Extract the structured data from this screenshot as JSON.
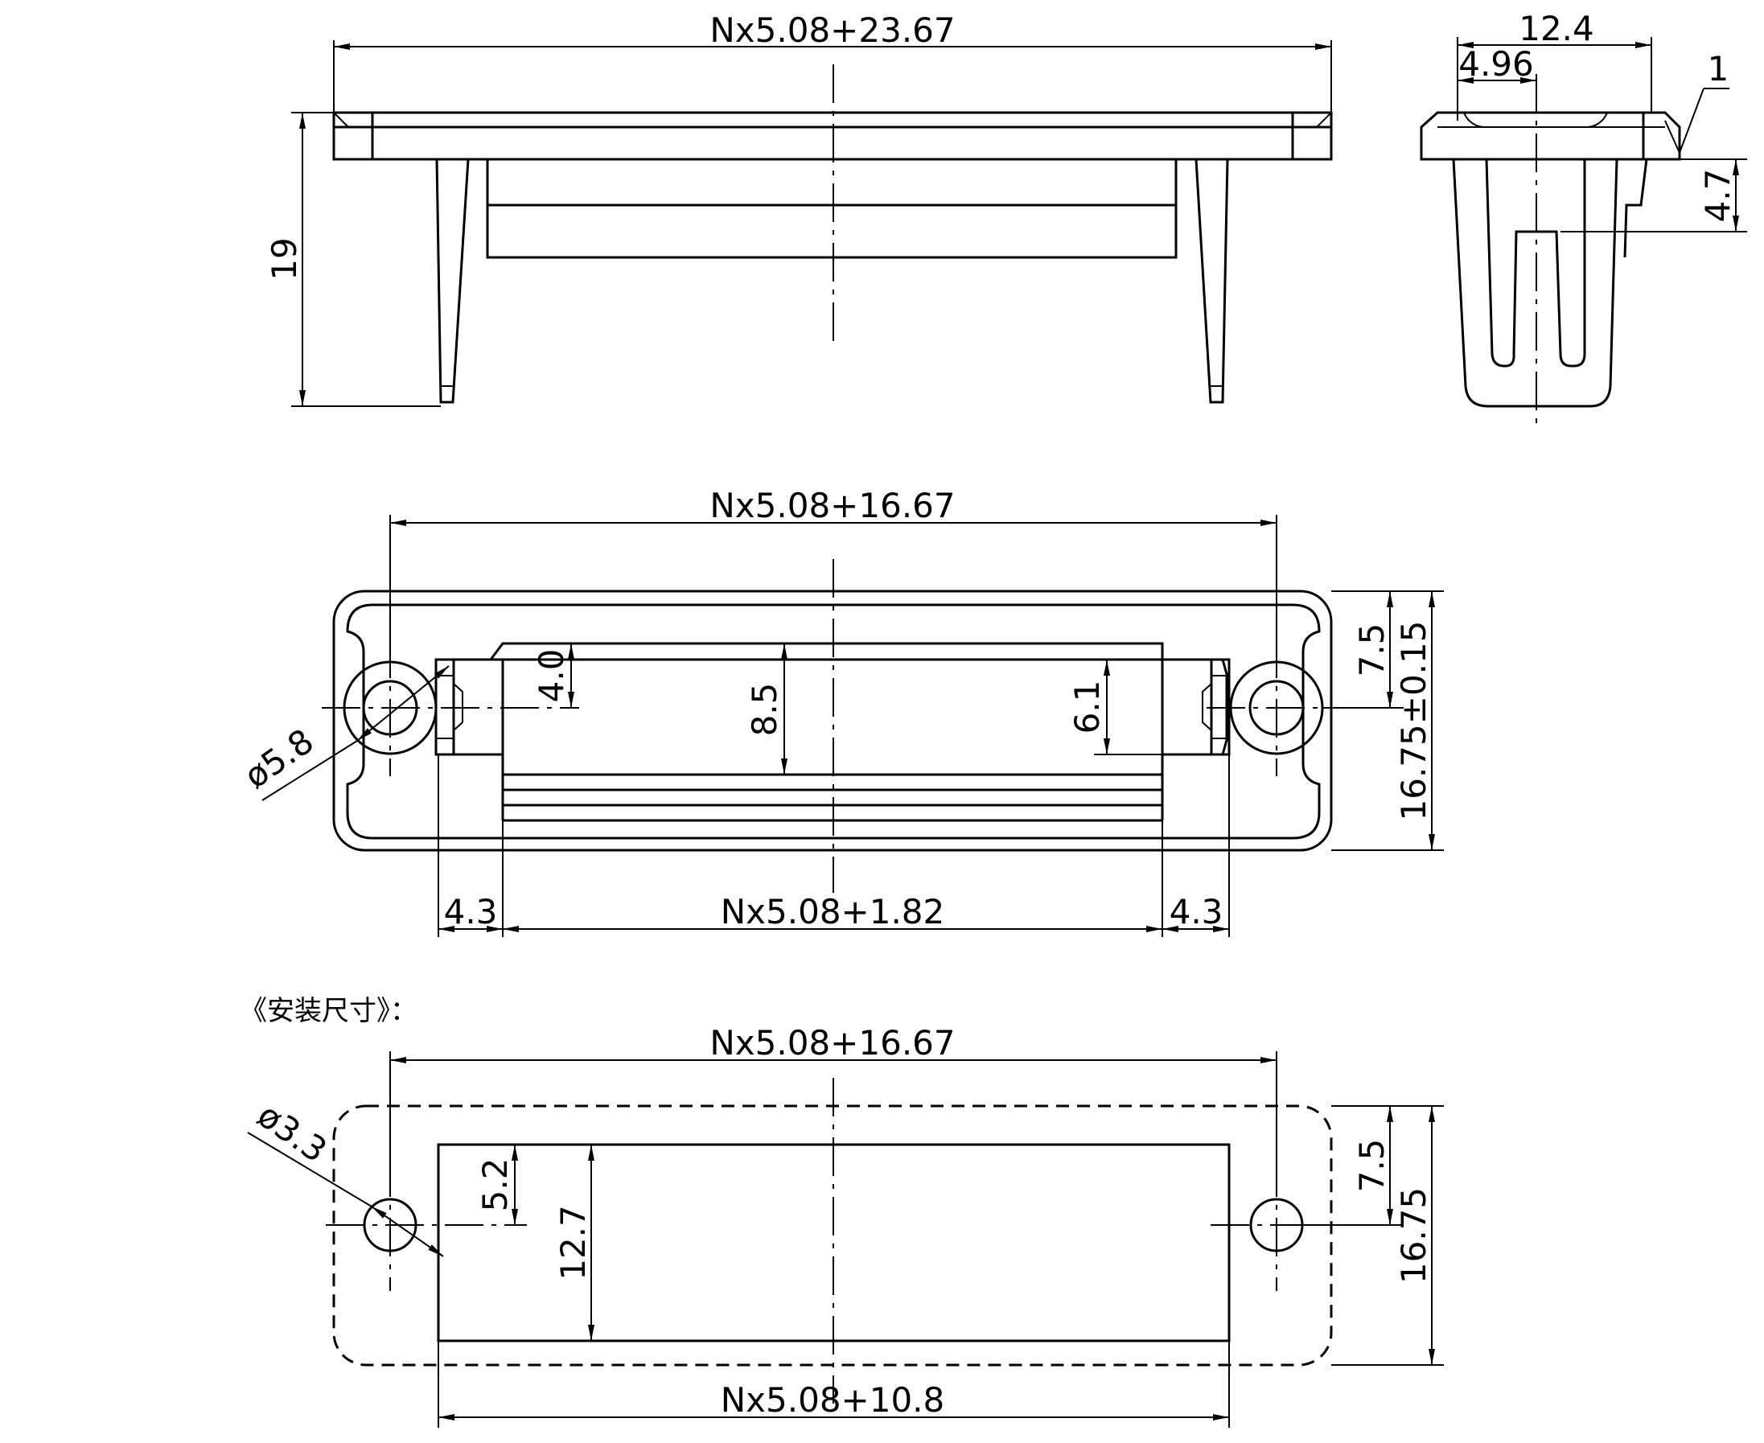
{
  "top_view": {
    "width_label": "Nx5.08+23.67",
    "height_label": "19"
  },
  "side_view": {
    "width_label": "12.4",
    "offset_label": "4.96",
    "lip_label": "1",
    "step_label": "4.7"
  },
  "front_view": {
    "width_label": "Nx5.08+16.67",
    "slot_depth_label": "4.0",
    "inner_height_label": "8.5",
    "latch_height_label": "6.1",
    "hole_dia_label": "ø5.8",
    "half_height_label": "7.5",
    "height_label": "16.75±0.15",
    "left_margin_label": "4.3",
    "inner_width_label": "Nx5.08+1.82",
    "right_margin_label": "4.3"
  },
  "mounting": {
    "title": "《安装尺寸》：",
    "width_label": "Nx5.08+16.67",
    "hole_dia_label": "ø3.3",
    "cut_offset_label": "5.2",
    "cut_height_label": "12.7",
    "half_height_label": "7.5",
    "height_label": "16.75",
    "cut_width_label": "Nx5.08+10.8"
  }
}
